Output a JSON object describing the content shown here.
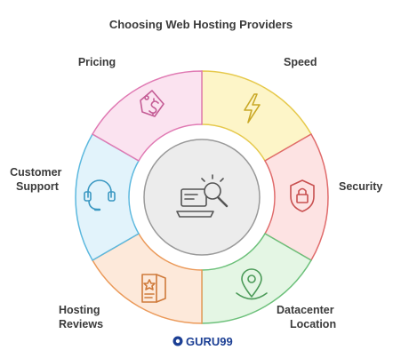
{
  "title": "Choosing Web Hosting Providers",
  "center": {
    "icon": "laptop-search-icon",
    "fill": "#ececec",
    "stroke": "#9a9a9a"
  },
  "segments": [
    {
      "key": "speed",
      "label_lines": [
        "Speed"
      ],
      "icon": "lightning-icon",
      "fill": "#fdf5c8",
      "stroke": "#e6c94c"
    },
    {
      "key": "security",
      "label_lines": [
        "Security"
      ],
      "icon": "shield-lock-icon",
      "fill": "#fde3e3",
      "stroke": "#e06b6b"
    },
    {
      "key": "datacenter_location",
      "label_lines": [
        "Datacenter",
        "Location"
      ],
      "icon": "map-pin-icon",
      "fill": "#e4f6e4",
      "stroke": "#6cc07a"
    },
    {
      "key": "hosting_reviews",
      "label_lines": [
        "Hosting",
        "Reviews"
      ],
      "icon": "review-card-icon",
      "fill": "#fde9da",
      "stroke": "#eb9a5a"
    },
    {
      "key": "customer_support",
      "label_lines": [
        "Customer",
        "Support"
      ],
      "icon": "headset-icon",
      "fill": "#e2f3fb",
      "stroke": "#5cb8de"
    },
    {
      "key": "pricing",
      "label_lines": [
        "Pricing"
      ],
      "icon": "price-tag-icon",
      "fill": "#fbe3f0",
      "stroke": "#e07ab3"
    }
  ],
  "brand": {
    "text": "GURU99",
    "icon": "guru99-logo-icon",
    "color": "#1c3f94"
  }
}
